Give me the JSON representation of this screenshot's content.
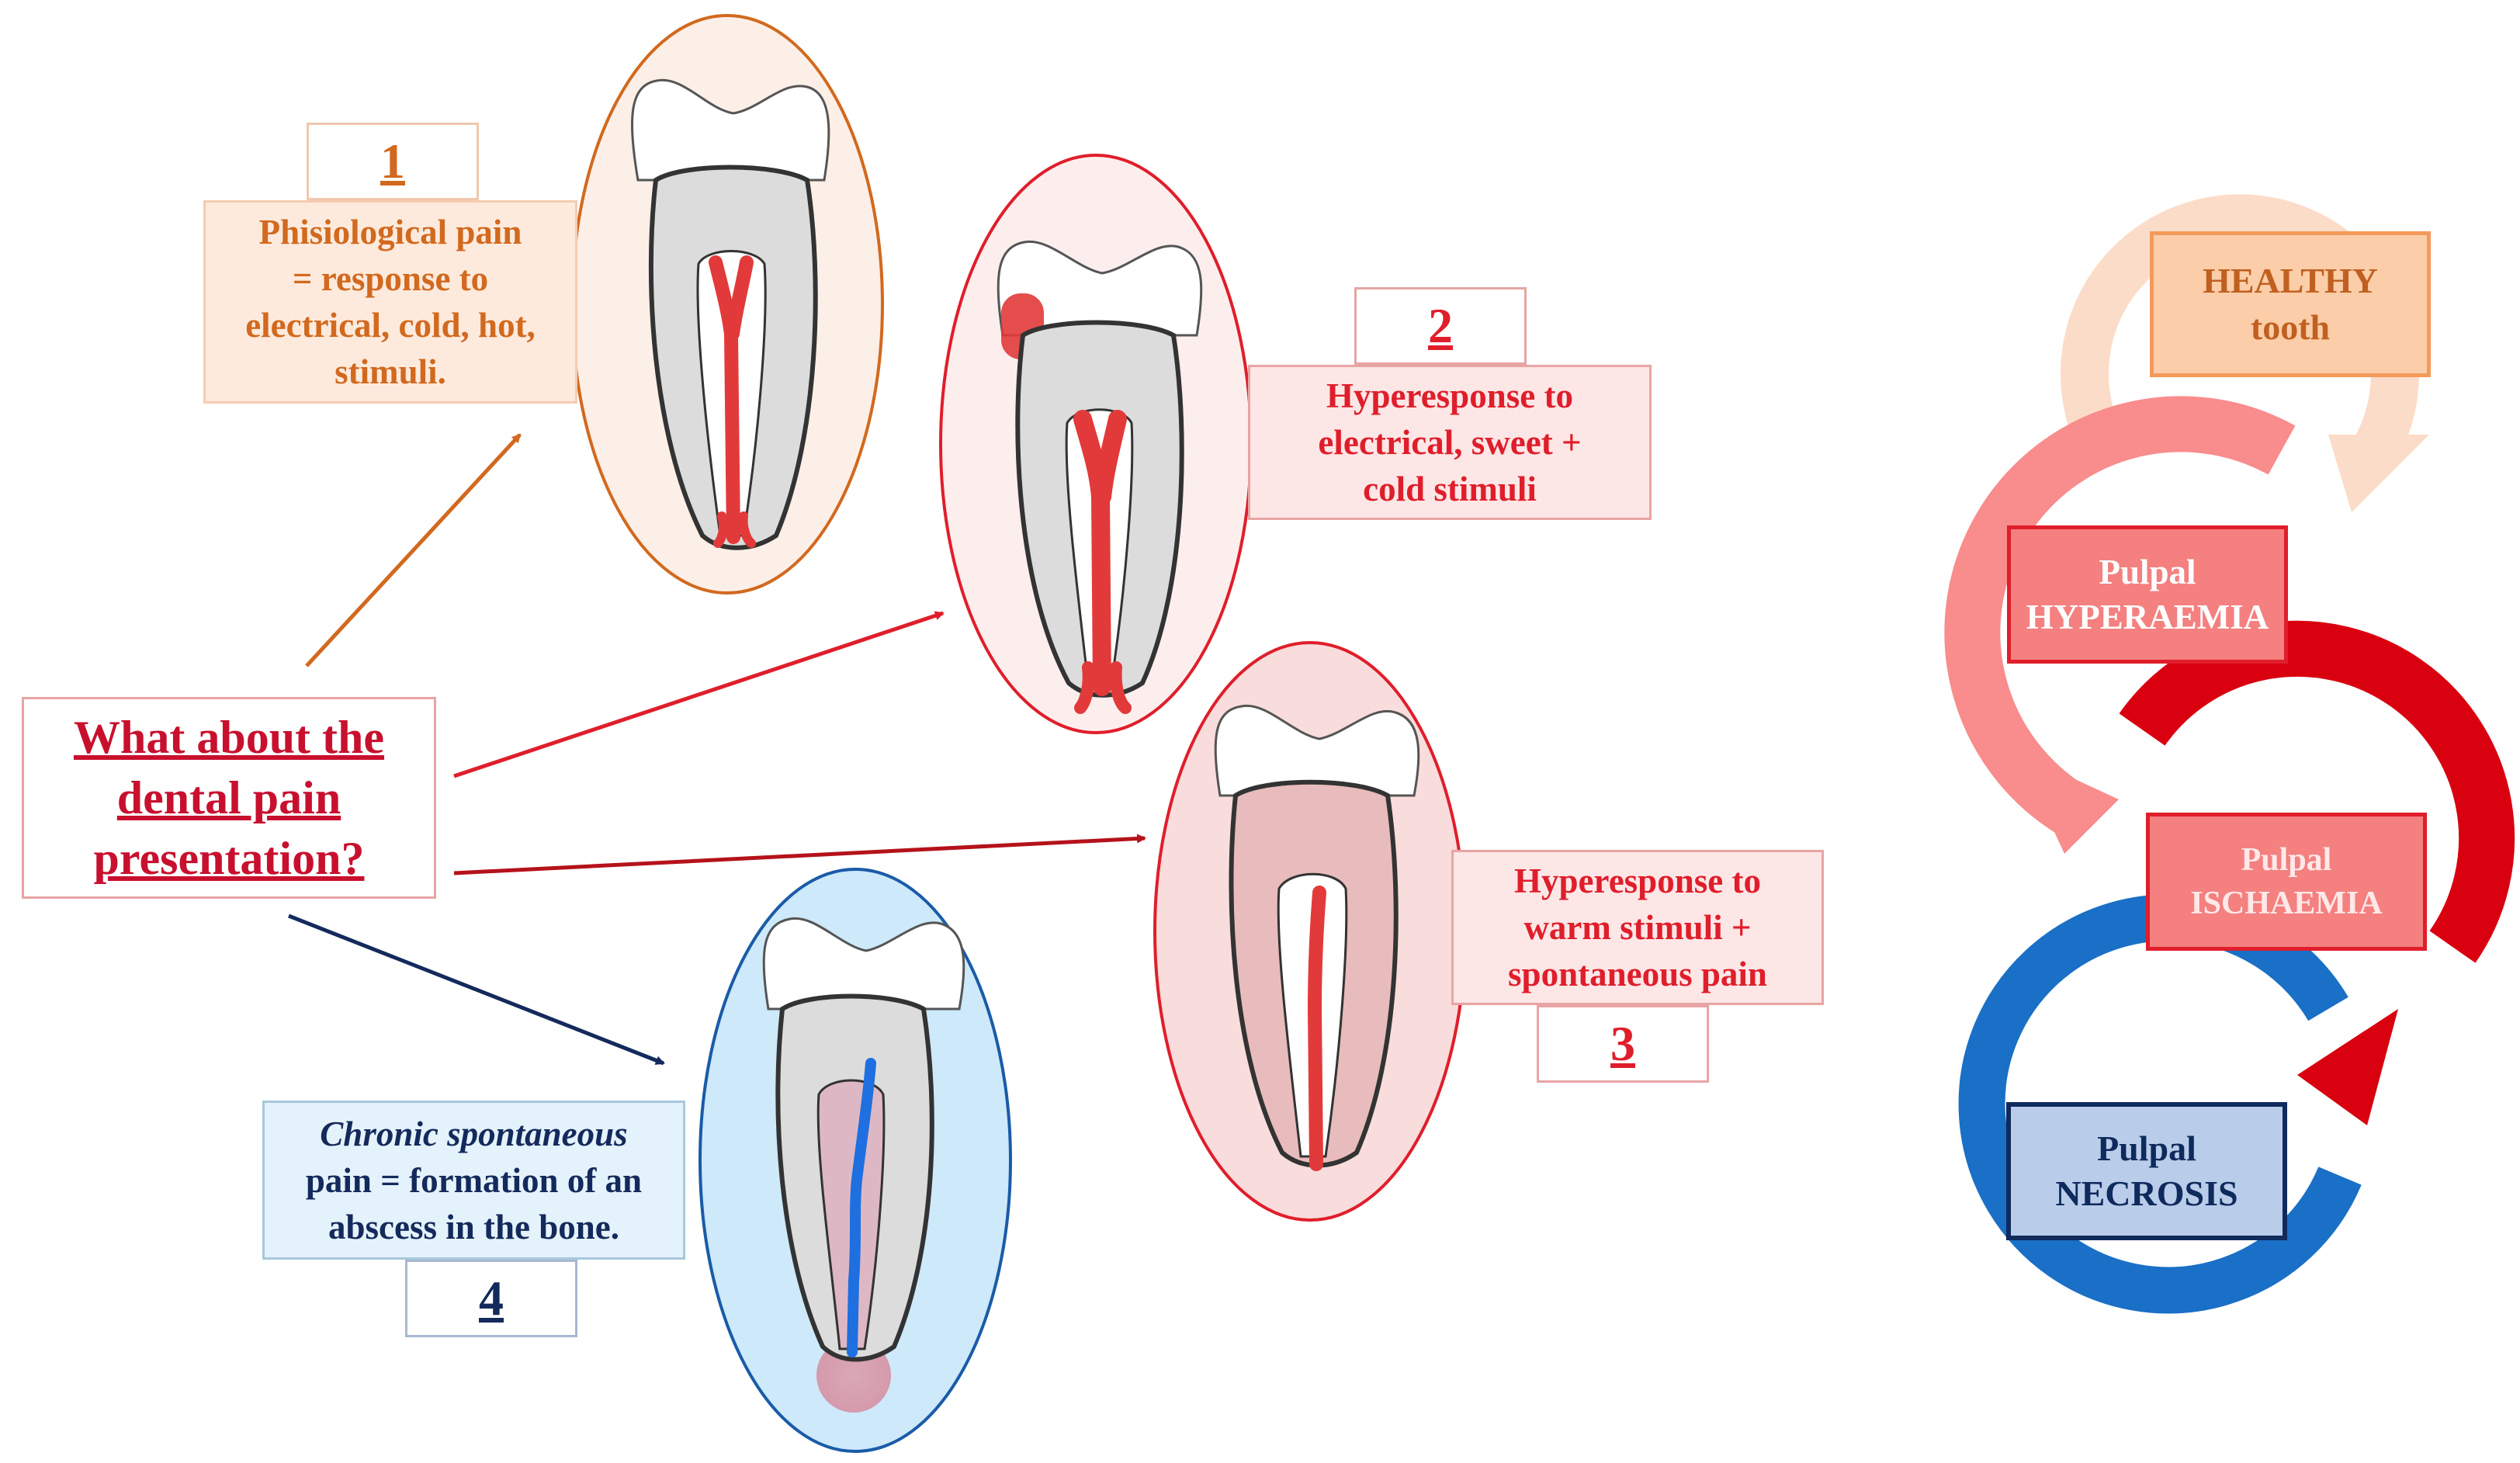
{
  "question": {
    "lines": [
      "What about the",
      "dental pain",
      "presentation?"
    ],
    "color": "#c8102e"
  },
  "stages": [
    {
      "number": "1",
      "description": [
        "Phisiological pain",
        "= response to",
        "electrical, cold, hot,",
        "stimuli."
      ],
      "color": "#d2691e"
    },
    {
      "number": "2",
      "description": [
        "Hyperesponse to",
        "electrical, sweet +",
        "cold stimuli"
      ],
      "color": "#e01e2b"
    },
    {
      "number": "3",
      "description": [
        "Hyperesponse to",
        "warm stimuli +",
        "spontaneous pain"
      ],
      "color": "#e01e2b"
    },
    {
      "number": "4",
      "description_italic": "Chronic spontaneous",
      "description": [
        "pain = formation of an",
        "abscess in the bone."
      ],
      "color": "#142a5c"
    }
  ],
  "progression": {
    "healthy": [
      "HEALTHY",
      "tooth"
    ],
    "hyperaemia": [
      "Pulpal",
      "HYPERAEMIA"
    ],
    "ischaemia": [
      "Pulpal",
      "ISCHAEMIA"
    ],
    "necrosis": [
      "Pulpal",
      "NECROSIS"
    ],
    "colors": {
      "healthy": "#fbdcc8",
      "hyperaemia": "#f98c8c",
      "ischaemia": "#d9000f",
      "necrosis": "#1a6fc6"
    }
  }
}
